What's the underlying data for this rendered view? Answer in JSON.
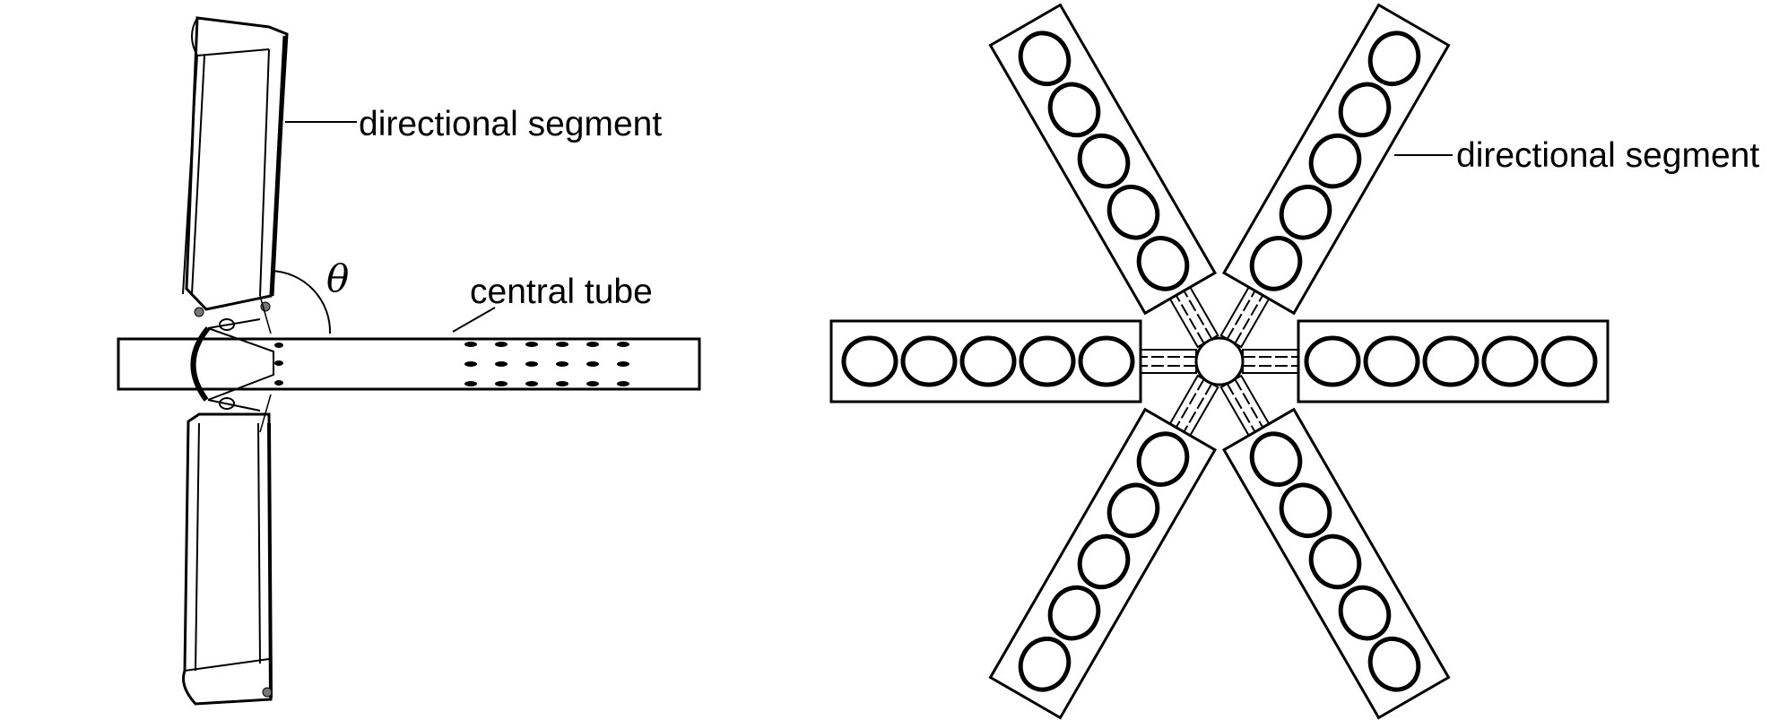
{
  "left_view": {
    "segment_label": "directional segment",
    "tube_label": "central tube",
    "angle_symbol": "θ"
  },
  "right_view": {
    "segment_label": "directional segment",
    "arm_count": 6,
    "holes_per_arm": 5
  },
  "colors": {
    "line": "#000000",
    "background": "#ffffff"
  }
}
